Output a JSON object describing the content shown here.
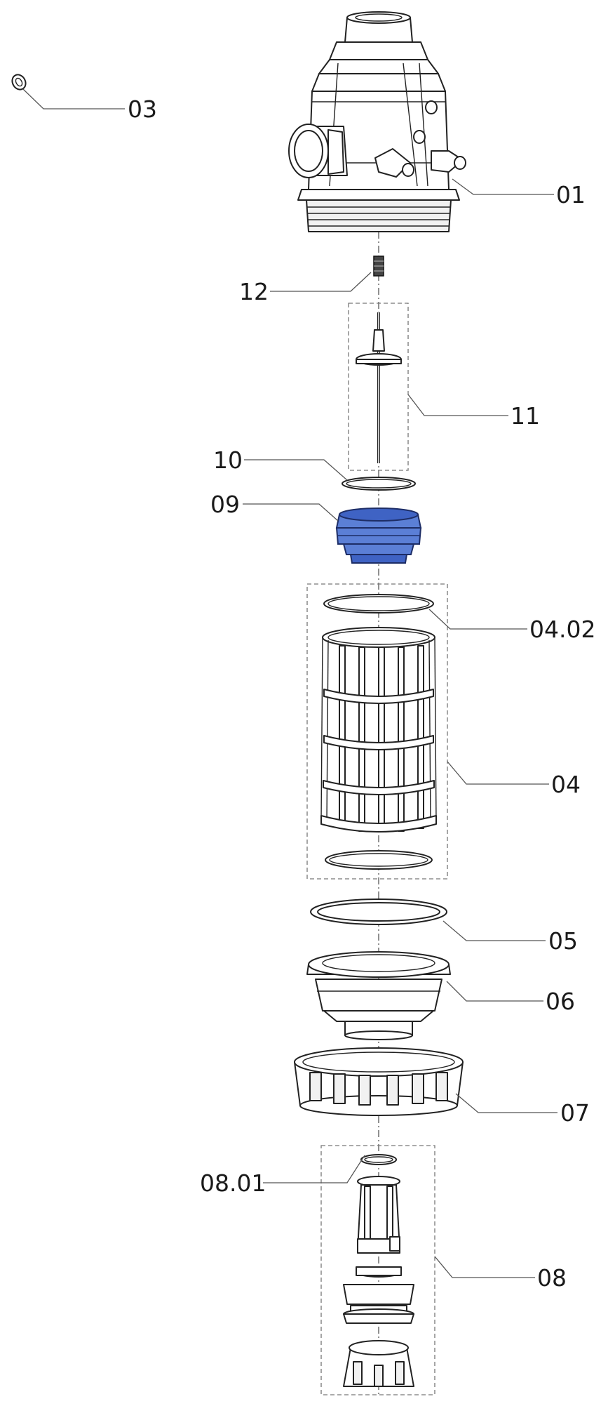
{
  "labels": {
    "p01": "01",
    "p03": "03",
    "p12": "12",
    "p11": "11",
    "p10": "10",
    "p09": "09",
    "p0402": "04.02",
    "p04": "04",
    "p05": "05",
    "p06": "06",
    "p07": "07",
    "p0801": "08.01",
    "p08": "08"
  },
  "colors": {
    "highlight_part": "#5b7fd6",
    "line": "#555555"
  }
}
